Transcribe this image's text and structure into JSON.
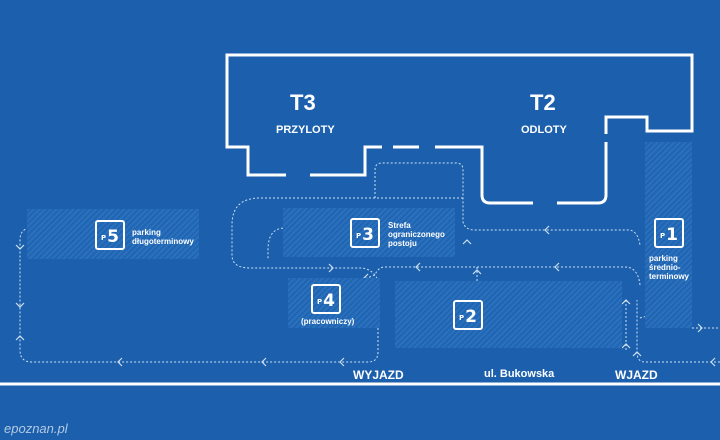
{
  "terminals": [
    {
      "name": "T3",
      "label": "PRZYLOTY"
    },
    {
      "name": "T2",
      "label": "ODLOTY"
    }
  ],
  "parkings": [
    {
      "id": "P5",
      "prefix": "P",
      "number": "5",
      "desc": [
        "parking",
        "długoterminowy"
      ]
    },
    {
      "id": "P3",
      "prefix": "P",
      "number": "3",
      "desc": [
        "Strefa",
        "ograniczonego",
        "postoju"
      ]
    },
    {
      "id": "P4",
      "prefix": "P",
      "number": "4",
      "desc": [
        "(pracowniczy)"
      ]
    },
    {
      "id": "P2",
      "prefix": "P",
      "number": "2",
      "desc": []
    },
    {
      "id": "P1",
      "prefix": "P",
      "number": "1",
      "desc": [
        "parking",
        "średnio-",
        "terminowy"
      ]
    }
  ],
  "roads": {
    "exit": "WYJAZD",
    "street": "ul. Bukowska",
    "entry": "WJAZD"
  },
  "watermark": "epoznan.pl",
  "colors": {
    "background": "#1b5fad",
    "lines": "#ffffff",
    "routes": "#cfe0f2"
  }
}
